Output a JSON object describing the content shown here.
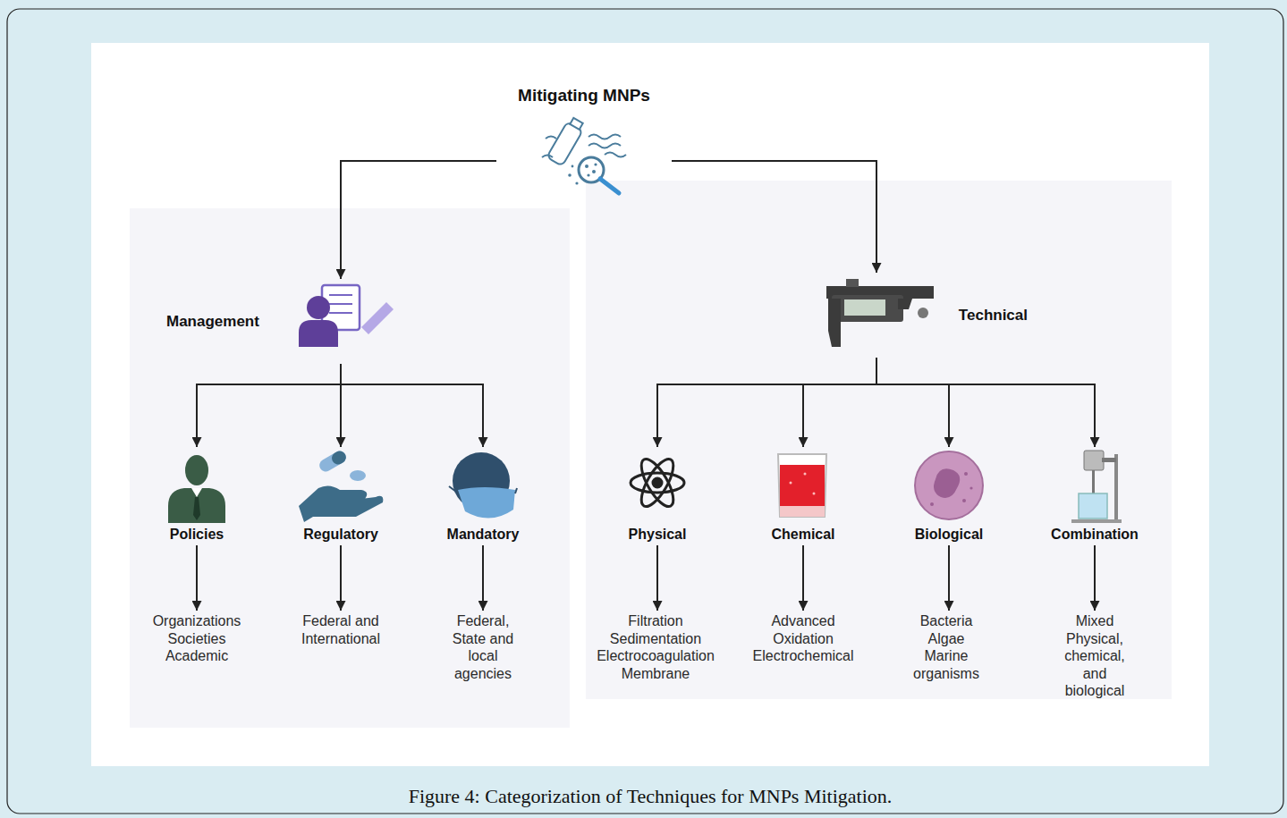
{
  "diagram": {
    "caption": "Figure 4: Categorization of Techniques for MNPs Mitigation.",
    "nodes": [
      {
        "text": [
          "Mitigating MNPs"
        ]
      },
      {
        "text": [
          "Management"
        ]
      },
      {
        "text": [
          "Technical"
        ]
      },
      {
        "text": [
          "Policies"
        ]
      },
      {
        "text": [
          "Regulatory"
        ]
      },
      {
        "text": [
          "Mandatory"
        ]
      },
      {
        "text": [
          "Physical"
        ]
      },
      {
        "text": [
          "Chemical"
        ]
      },
      {
        "text": [
          "Biological"
        ]
      },
      {
        "text": [
          "Combination"
        ]
      },
      {
        "text": [
          "Organizations Societies Academic"
        ]
      },
      {
        "text": [
          "Federal and International"
        ]
      },
      {
        "text": [
          "Federal, State and local agencies"
        ]
      },
      {
        "text": [
          "Filtration Sedimentation Electrocoagulation Membrane"
        ]
      },
      {
        "text": [
          "Advanced Oxidation Electrochemical"
        ]
      },
      {
        "text": [
          "Bacteria Algae Marine organisms"
        ]
      },
      {
        "text": [
          "Mixed Physical, chemical, and biological"
        ]
      }
    ],
    "edges": [
      {
        "from": 0,
        "to": 1,
        "arrow": "to"
      },
      {
        "from": 0,
        "to": 2,
        "arrow": "to"
      },
      {
        "from": 1,
        "to": 3,
        "arrow": "to"
      },
      {
        "from": 1,
        "to": 4,
        "arrow": "to"
      },
      {
        "from": 1,
        "to": 5,
        "arrow": "to"
      },
      {
        "from": 2,
        "to": 6,
        "arrow": "to"
      },
      {
        "from": 2,
        "to": 7,
        "arrow": "to"
      },
      {
        "from": 2,
        "to": 8,
        "arrow": "to"
      },
      {
        "from": 2,
        "to": 9,
        "arrow": "to"
      },
      {
        "from": 3,
        "to": 10,
        "arrow": "to"
      },
      {
        "from": 4,
        "to": 11,
        "arrow": "to"
      },
      {
        "from": 5,
        "to": 12,
        "arrow": "to"
      },
      {
        "from": 6,
        "to": 13,
        "arrow": "to"
      },
      {
        "from": 7,
        "to": 14,
        "arrow": "to"
      },
      {
        "from": 8,
        "to": 15,
        "arrow": "to"
      },
      {
        "from": 9,
        "to": 16,
        "arrow": "to"
      }
    ]
  }
}
